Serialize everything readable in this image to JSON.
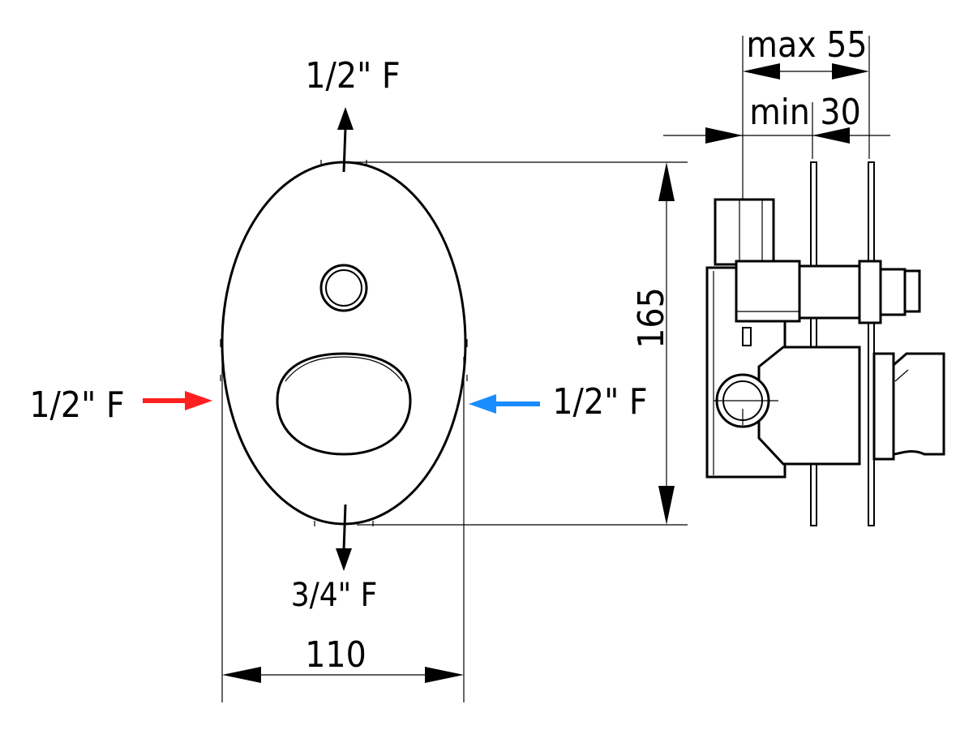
{
  "front_view": {
    "top_outlet_label": "1/2\" F",
    "bottom_outlet_label": "3/4\" F",
    "hot_inlet_label": "1/2\" F",
    "cold_inlet_label": "1/2\" F",
    "width_dimension": "110",
    "height_dimension": "165"
  },
  "side_view": {
    "max_depth_dimension": "max 55",
    "min_depth_dimension": "min 30"
  },
  "colors": {
    "hot_arrow": "#ff1f1f",
    "cold_arrow": "#1a8cff",
    "line": "#000000"
  }
}
